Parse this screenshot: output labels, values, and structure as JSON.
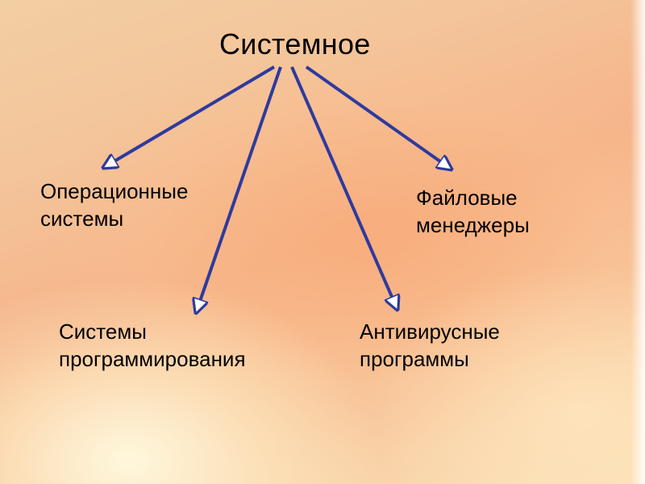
{
  "title": "Системное",
  "nodes": {
    "operating_systems": {
      "line1": "Операционные",
      "line2": "системы"
    },
    "file_managers": {
      "line1": "Файловые",
      "line2": "менеджеры"
    },
    "programming_systems": {
      "line1": "Системы",
      "line2": "программирования"
    },
    "antivirus": {
      "line1": "Антивирусные",
      "line2": "программы"
    }
  },
  "colors": {
    "arrow": "#2f3a9e",
    "arrowhead_inner": "#ffffff"
  }
}
